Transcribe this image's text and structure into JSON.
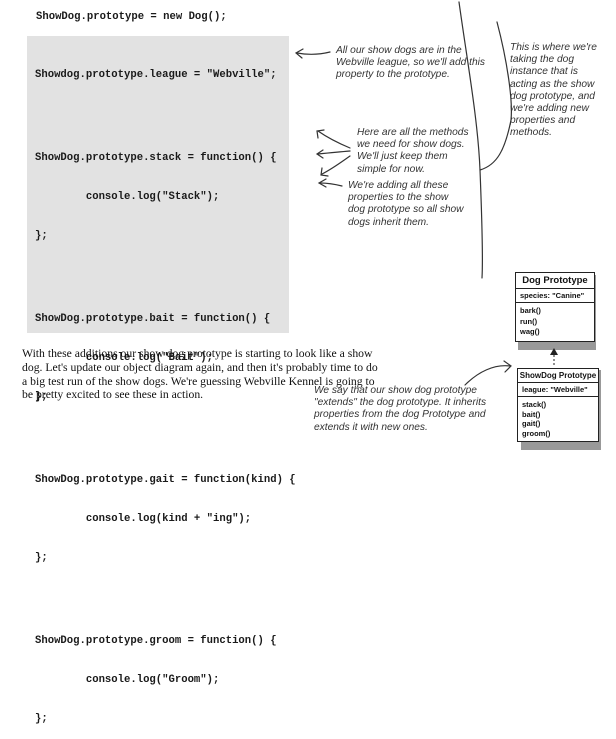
{
  "code": {
    "first_line": "ShowDog.prototype = new Dog();",
    "blocks": [
      [
        "Showdog.prototype.league = \"Webville\";"
      ],
      [
        "ShowDog.prototype.stack = function() {",
        "        console.log(\"Stack\");",
        "};"
      ],
      [
        "ShowDog.prototype.bait = function() {",
        "        console.log(\"Bait\");",
        "};"
      ],
      [
        "ShowDog.prototype.gait = function(kind) {",
        "        console.log(kind + \"ing\");",
        "};"
      ],
      [
        "ShowDog.prototype.groom = function() {",
        "        console.log(\"Groom\");",
        "};"
      ]
    ]
  },
  "annotations": {
    "league_note": "All our show dogs are in the Webville league, so we'll add this property to the prototype.",
    "methods_note": "Here are all the methods we need for show dogs. We'll just keep them simple for now.",
    "inherit_note": "We're adding all these properties to the show dog prototype so all show dogs inherit them.",
    "instance_note": "This is where we're taking the dog instance that is acting as the show dog prototype, and we're adding new properties and methods.",
    "extends_note": "We say that our show dog prototype \"extends\" the dog prototype. It inherits properties from the dog Prototype and extends it with new ones."
  },
  "body_text": "With these additions our show dog prototype is starting to look like a show dog. Let's update our object diagram again, and then it's probably time to do a big test run of the show dogs. We're guessing Webville Kennel is going to be pretty excited to see these in action.",
  "diagram": {
    "dog": {
      "title": "Dog Prototype",
      "property": "species: \"Canine\"",
      "methods": [
        "bark()",
        "run()",
        "wag()"
      ]
    },
    "showdog": {
      "title": "ShowDog Prototype",
      "property": "league: \"Webville\"",
      "methods": [
        "stack()",
        "bait()",
        "gait()",
        "groom()"
      ]
    }
  }
}
